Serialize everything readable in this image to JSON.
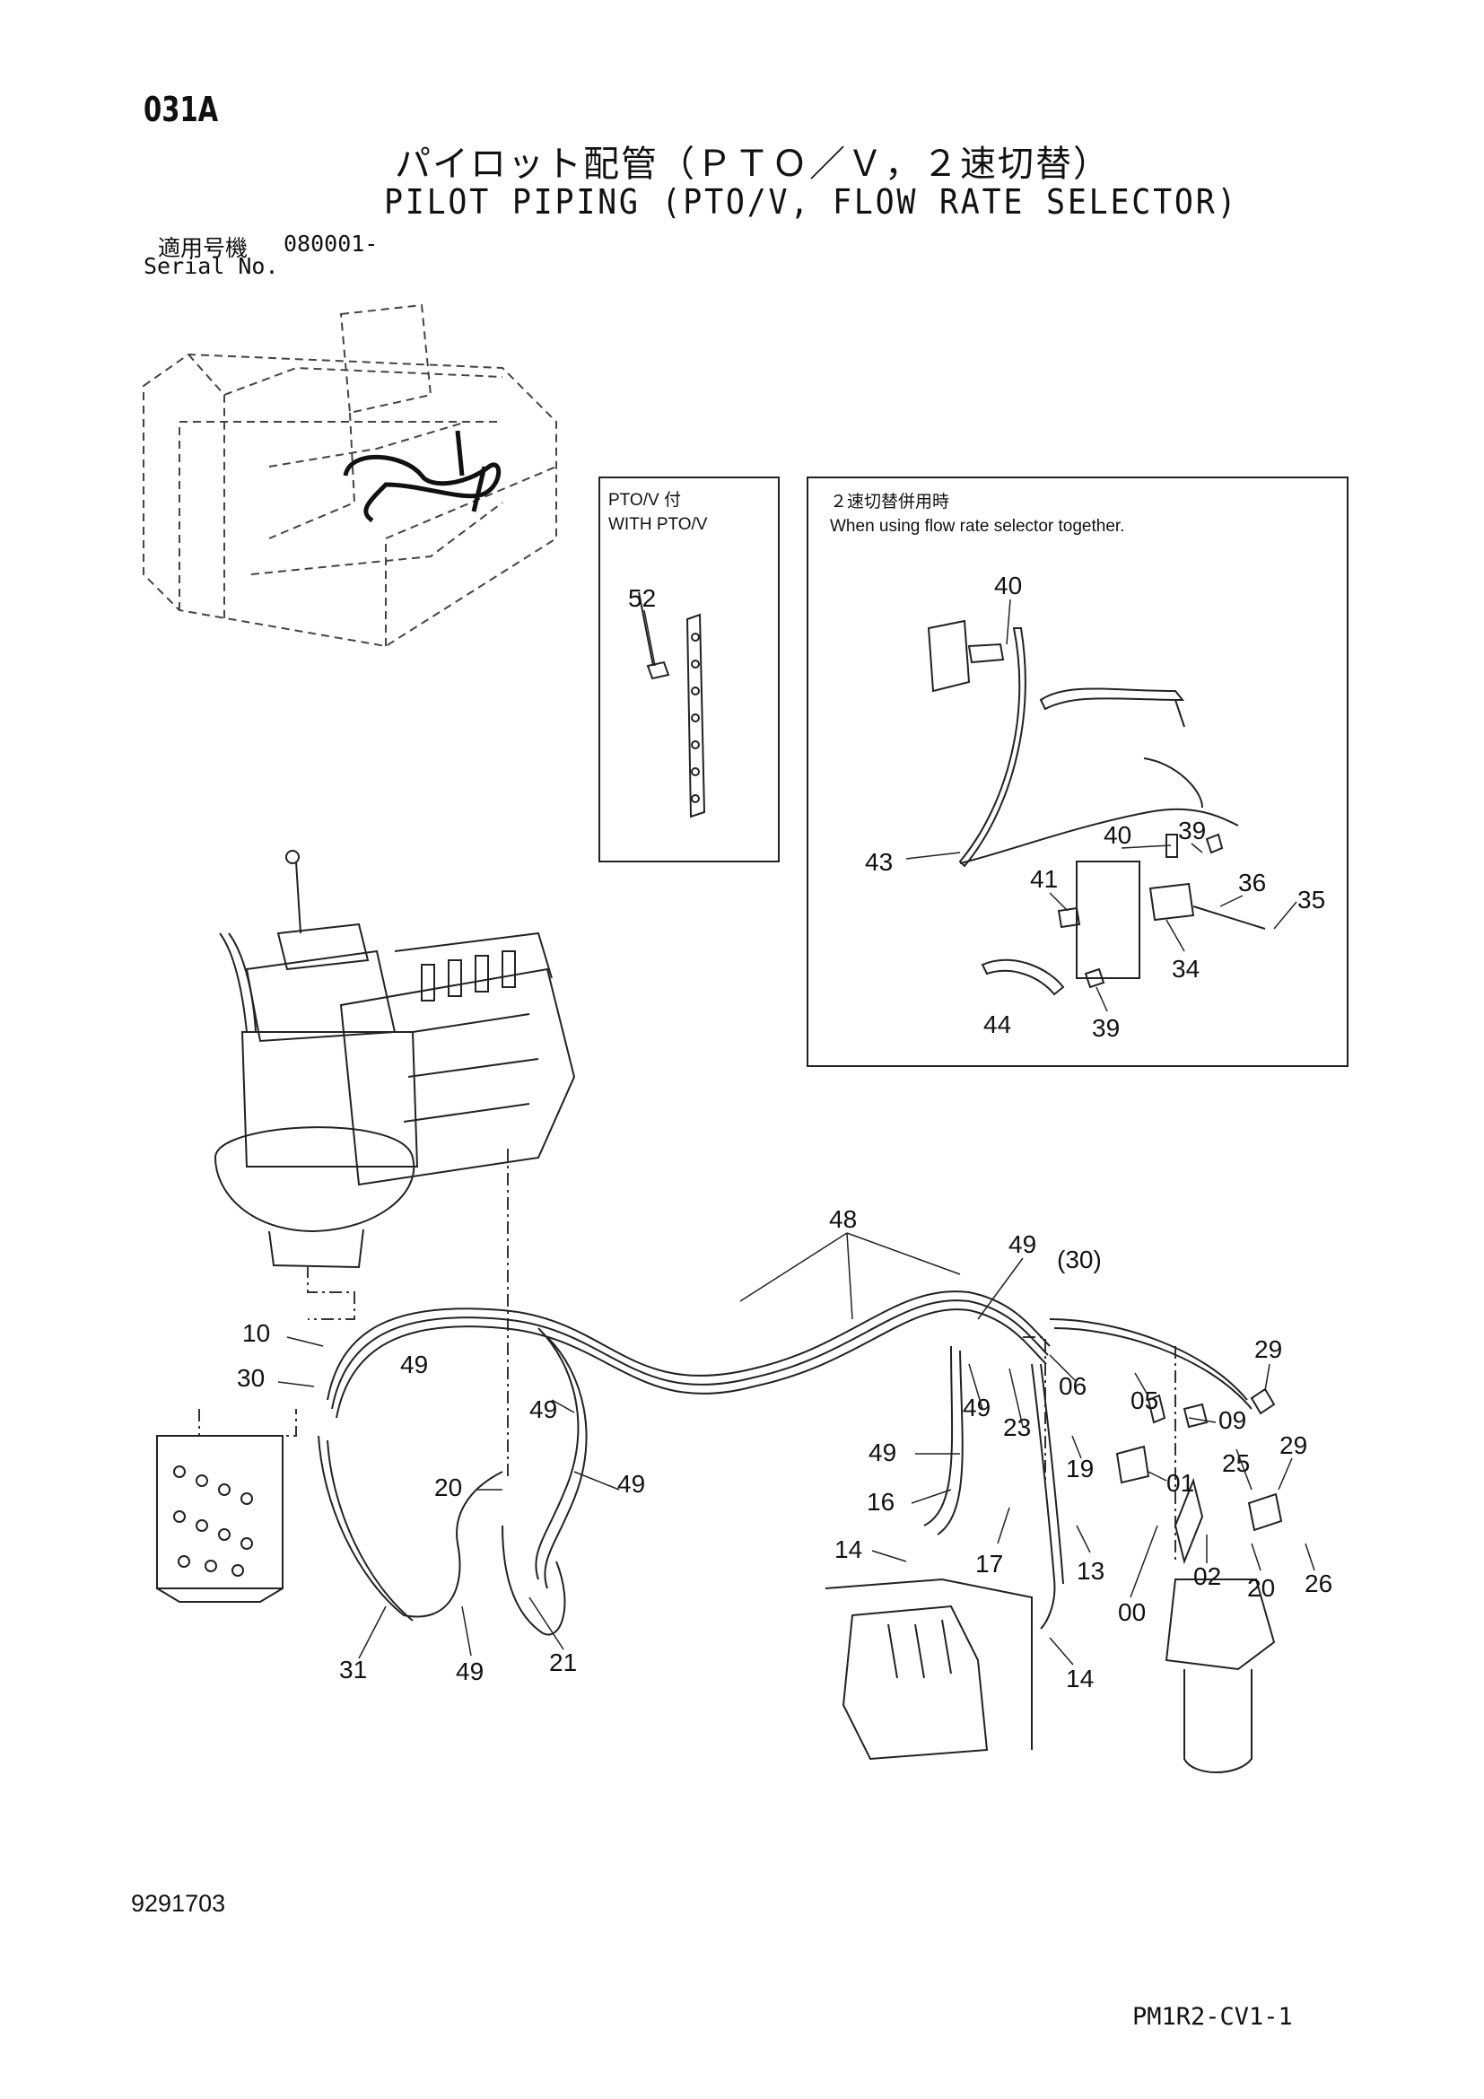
{
  "header": {
    "page_code": "031A",
    "title_jp": "パイロット配管（ＰＴＯ／Ｖ，２速切替）",
    "title_en": "PILOT PIPING (PTO/V, FLOW RATE SELECTOR)",
    "serial_label_jp": "適用号機",
    "serial_number": "080001-",
    "serial_label_en": "Serial No."
  },
  "insets": {
    "pto": {
      "line1": "PTO/V 付",
      "line2": "WITH PTO/V"
    },
    "flow": {
      "line1": "２速切替併用時",
      "line2": "When using flow rate selector together."
    }
  },
  "callouts": {
    "c52": "52",
    "c40a": "40",
    "c40b": "40",
    "c39a": "39",
    "c39b": "39",
    "c43": "43",
    "c41": "41",
    "c36": "36",
    "c35": "35",
    "c34": "34",
    "c44": "44",
    "c48": "48",
    "c49a": "49",
    "c30p": "(30)",
    "c10": "10",
    "c49b": "49",
    "c30": "30",
    "c49c": "49",
    "c29a": "29",
    "c06": "06",
    "c05": "05",
    "c09": "09",
    "c49d": "49",
    "c23": "23",
    "c19": "19",
    "c49e": "49",
    "c20a": "20",
    "c49f": "49",
    "c16": "16",
    "c25": "25",
    "c29b": "29",
    "c01": "01",
    "c14a": "14",
    "c17": "17",
    "c13": "13",
    "c02": "02",
    "c20b": "20",
    "c26": "26",
    "c00": "00",
    "c31": "31",
    "c49g": "49",
    "c21": "21",
    "c14b": "14"
  },
  "footer": {
    "doc_number": "9291703",
    "page_ref": "PM1R2-CV1-1"
  }
}
